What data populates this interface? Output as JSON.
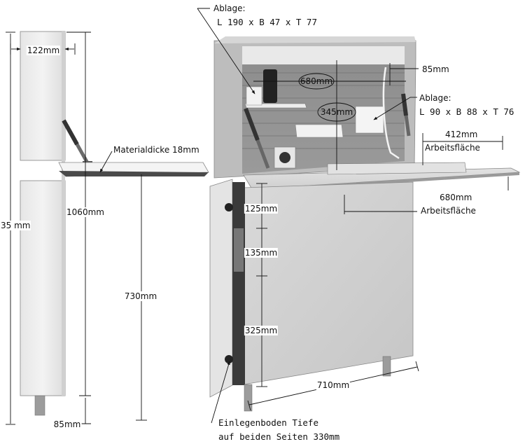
{
  "side_view": {
    "depth": "122mm",
    "total_height": "35 mm",
    "height_to_top": "1060mm",
    "material_thickness": "Materialdicke 18mm",
    "table_height": "730mm",
    "leg_height": "85mm"
  },
  "front_view": {
    "shelf_top": {
      "title": "Ablage:",
      "dims": "L  190  x  B  47  x  T  77"
    },
    "shelf_right": {
      "title": "Ablage:",
      "dims": "L  90  x  B  88  x  T  76"
    },
    "inner_width": "680mm",
    "inner_height": "345mm",
    "top_gap": "85mm",
    "work_depth": {
      "value": "412mm",
      "label": "Arbeitsfläche"
    },
    "work_width": {
      "value": "680mm",
      "label": "Arbeitsfläche"
    },
    "compartment_1": "125mm",
    "compartment_2": "135mm",
    "compartment_3": "325mm",
    "cabinet_width": "710mm",
    "shelf_note_line1": "Einlegenboden  Tiefe",
    "shelf_note_line2": "auf  beiden  Seiten  330mm"
  }
}
